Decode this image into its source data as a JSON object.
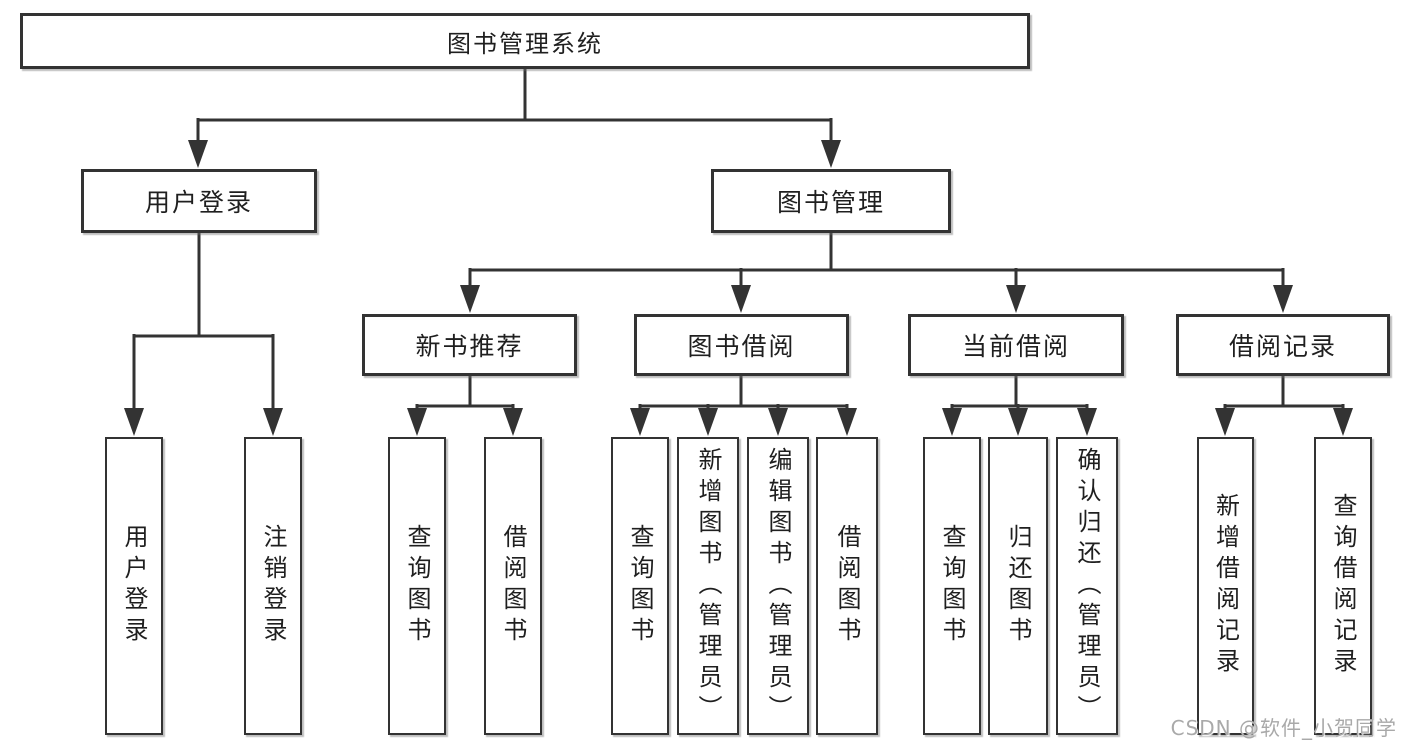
{
  "tree": {
    "label": "图书管理系统",
    "children": [
      {
        "label": "用户登录",
        "children": [
          {
            "label": "用户登录"
          },
          {
            "label": "注销登录"
          }
        ]
      },
      {
        "label": "图书管理",
        "children": [
          {
            "label": "新书推荐",
            "children": [
              {
                "label": "查询图书"
              },
              {
                "label": "借阅图书"
              }
            ]
          },
          {
            "label": "图书借阅",
            "children": [
              {
                "label": "查询图书"
              },
              {
                "label": "新增图书（管理员）"
              },
              {
                "label": "编辑图书（管理员）"
              },
              {
                "label": "借阅图书"
              }
            ]
          },
          {
            "label": "当前借阅",
            "children": [
              {
                "label": "查询图书"
              },
              {
                "label": "归还图书"
              },
              {
                "label": "确认归还（管理员）"
              }
            ]
          },
          {
            "label": "借阅记录",
            "children": [
              {
                "label": "新增借阅记录"
              },
              {
                "label": "查询借阅记录"
              }
            ]
          }
        ]
      }
    ]
  },
  "watermark": {
    "text": "CSDN @软件_小贺同学"
  },
  "colors": {
    "line": "#333333",
    "box_border": "#333333",
    "box_background": "#ffffff",
    "text": "#1f1f1f",
    "watermark": "#a9a9a9"
  }
}
